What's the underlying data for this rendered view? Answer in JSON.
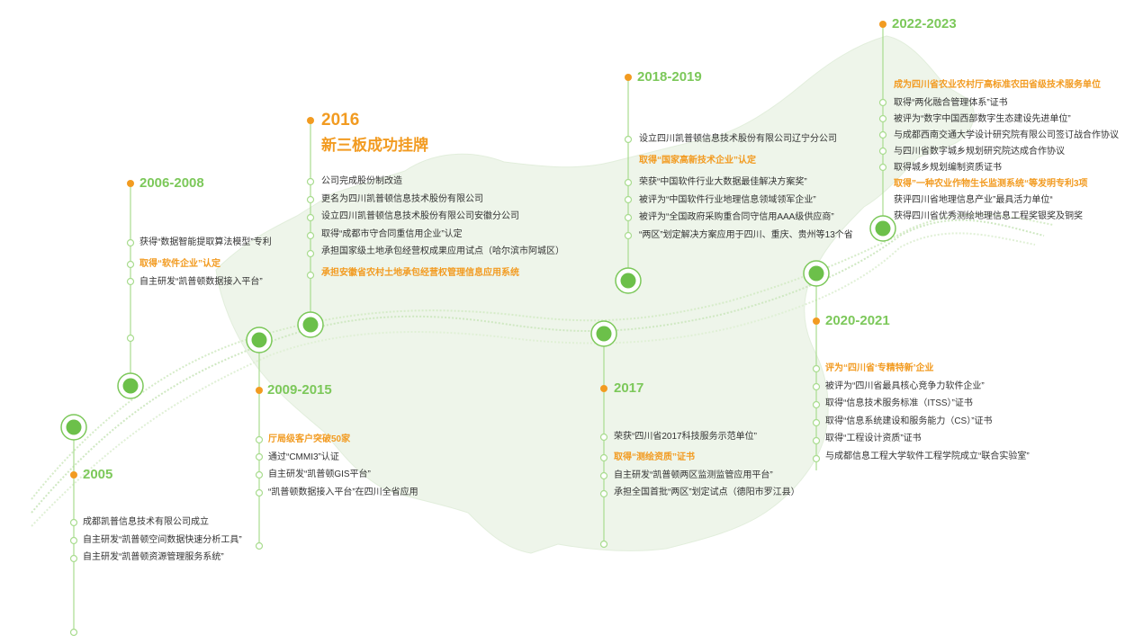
{
  "colors": {
    "accent_green": "#7cc85a",
    "accent_orange": "#f29b21",
    "text": "#333333",
    "map_fill": "#eef5ea"
  },
  "milestones": [
    {
      "year": "2005",
      "items": [
        {
          "text": "成都凯普信息技术有限公司成立",
          "highlight": false
        },
        {
          "text": "自主研发“凯普顿空间数据快速分析工具”",
          "highlight": false
        },
        {
          "text": "自主研发“凯普顿资源管理服务系统”",
          "highlight": false
        }
      ]
    },
    {
      "year": "2006-2008",
      "items": [
        {
          "text": "获得“数据智能提取算法模型”专利",
          "highlight": false
        },
        {
          "text": "取得“软件企业”认定",
          "highlight": true
        },
        {
          "text": "自主研发“凯普顿数据接入平台”",
          "highlight": false
        }
      ]
    },
    {
      "year": "2009-2015",
      "items": [
        {
          "text": "厅局级客户突破50家",
          "highlight": true
        },
        {
          "text": "通过“CMMI3”认证",
          "highlight": false
        },
        {
          "text": "自主研发“凯普顿GIS平台”",
          "highlight": false
        },
        {
          "text": "“凯普顿数据接入平台”在四川全省应用",
          "highlight": false
        }
      ]
    },
    {
      "year": "2016",
      "subtitle": "新三板成功挂牌",
      "items": [
        {
          "text": "公司完成股份制改造",
          "highlight": false
        },
        {
          "text": "更名为四川凯普顿信息技术股份有限公司",
          "highlight": false
        },
        {
          "text": "设立四川凯普顿信息技术股份有限公司安徽分公司",
          "highlight": false
        },
        {
          "text": "取得“成都市守合同重信用企业”认定",
          "highlight": false
        },
        {
          "text": "承担国家级土地承包经营权成果应用试点（哈尔滨市阿城区）",
          "highlight": false
        },
        {
          "text": "承担安徽省农村土地承包经营权管理信息应用系统",
          "highlight": true
        }
      ]
    },
    {
      "year": "2017",
      "items": [
        {
          "text": "荣获“四川省2017科技服务示范单位”",
          "highlight": false
        },
        {
          "text": "取得“测绘资质”证书",
          "highlight": true
        },
        {
          "text": "自主研发“凯普顿两区监测监管应用平台”",
          "highlight": false
        },
        {
          "text": "承担全国首批“两区”划定试点（德阳市罗江县）",
          "highlight": false
        }
      ]
    },
    {
      "year": "2018-2019",
      "items": [
        {
          "text": "设立四川凯普顿信息技术股份有限公司辽宁分公司",
          "highlight": false
        },
        {
          "text": "取得“国家高新技术企业”认定",
          "highlight": true
        },
        {
          "text": "荣获“中国软件行业大数据最佳解决方案奖”",
          "highlight": false
        },
        {
          "text": "被评为“中国软件行业地理信息领域领军企业”",
          "highlight": false
        },
        {
          "text": "被评为“全国政府采购重合同守信用AAA级供应商”",
          "highlight": false
        },
        {
          "text": "“两区”划定解决方案应用于四川、重庆、贵州等13个省",
          "highlight": false
        }
      ]
    },
    {
      "year": "2020-2021",
      "items": [
        {
          "text": "评为“四川省‘专精特新’企业",
          "highlight": true
        },
        {
          "text": "被评为“四川省最具核心竞争力软件企业”",
          "highlight": false
        },
        {
          "text": "取得“信息技术服务标准（ITSS）”证书",
          "highlight": false
        },
        {
          "text": "取得“信息系统建设和服务能力（CS）”证书",
          "highlight": false
        },
        {
          "text": "取得“工程设计资质”证书",
          "highlight": false
        },
        {
          "text": "与成都信息工程大学软件工程学院成立“联合实验室”",
          "highlight": false
        }
      ]
    },
    {
      "year": "2022-2023",
      "items": [
        {
          "text": "成为四川省农业农村厅高标准农田省级技术服务单位",
          "highlight": true
        },
        {
          "text": "取得“两化融合管理体系”证书",
          "highlight": false
        },
        {
          "text": "被评为“数字中国西部数字生态建设先进单位”",
          "highlight": false
        },
        {
          "text": "与成都西南交通大学设计研究院有限公司签订战合作协议",
          "highlight": false
        },
        {
          "text": "与四川省数字城乡规划研究院达成合作协议",
          "highlight": false
        },
        {
          "text": "取得城乡规划编制资质证书",
          "highlight": false
        },
        {
          "text": "取得”一种农业作物生长监测系统“等发明专利3项",
          "highlight": true
        },
        {
          "text": "获评四川省地理信息产业”最具活力单位“",
          "highlight": false
        },
        {
          "text": "获得四川省优秀测绘地理信息工程奖银奖及铜奖",
          "highlight": false
        }
      ]
    }
  ]
}
